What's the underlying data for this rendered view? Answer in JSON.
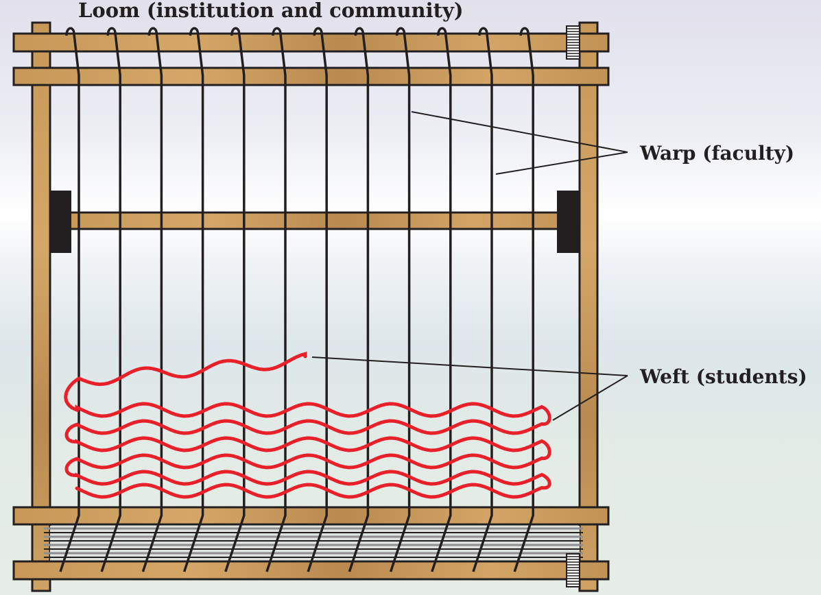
{
  "title": "Loom (institution and community)",
  "labels": {
    "warp": "Warp (faculty)",
    "weft": "Weft (students)"
  },
  "colors": {
    "wood": "#c89a5c",
    "outline": "#231f20",
    "weft": "#e8202a",
    "threads": "#9a9a9e"
  }
}
